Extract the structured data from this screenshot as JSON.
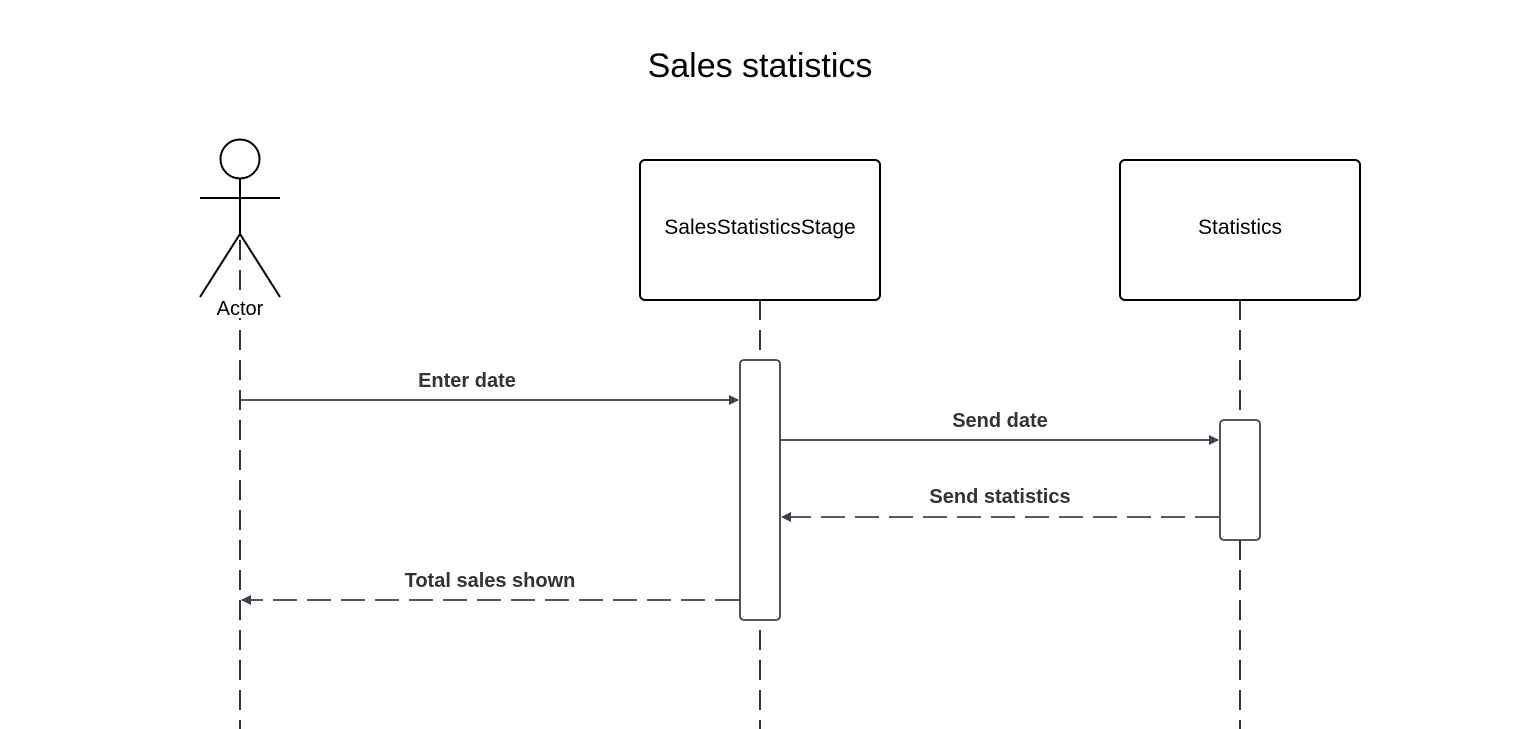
{
  "diagram": {
    "title": "Sales statistics",
    "actor": {
      "label": "Actor"
    },
    "participants": [
      {
        "id": "stage",
        "label": "SalesStatisticsStage"
      },
      {
        "id": "stats",
        "label": "Statistics"
      }
    ],
    "messages": [
      {
        "label": "Enter date",
        "from": "Actor",
        "to": "SalesStatisticsStage",
        "style": "solid"
      },
      {
        "label": "Send date",
        "from": "SalesStatisticsStage",
        "to": "Statistics",
        "style": "solid"
      },
      {
        "label": "Send statistics",
        "from": "Statistics",
        "to": "SalesStatisticsStage",
        "style": "dashed"
      },
      {
        "label": "Total sales shown",
        "from": "SalesStatisticsStage",
        "to": "Actor",
        "style": "dashed"
      }
    ],
    "colors": {
      "line": "#000000",
      "message_line": "#3a414a",
      "label_text": "#333333"
    }
  }
}
